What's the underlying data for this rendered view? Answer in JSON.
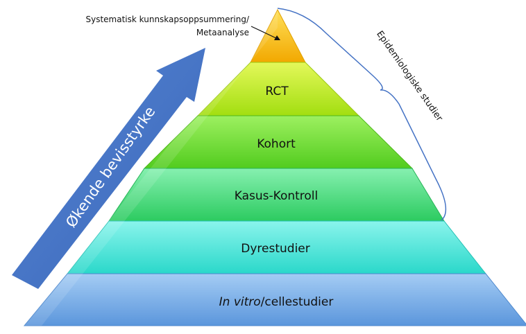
{
  "pyramid": {
    "top_label_line1": "Systematisk kunnskapsoppsummering/",
    "top_label_line2": "Metaanalyse",
    "levels": [
      {
        "label": "RCT"
      },
      {
        "label": "Kohort"
      },
      {
        "label": "Kasus-Kontroll"
      },
      {
        "label": "Dyrestudier"
      },
      {
        "label_italic": "In vitro",
        "label_rest": "/cellestudier"
      }
    ]
  },
  "arrow": {
    "label": "Økende bevisstyrke",
    "color": "#4472C4"
  },
  "brace": {
    "label": "Epidemiologiske studier",
    "color": "#4472C4"
  },
  "colors": {
    "apex": "#F5B400",
    "rct": "#B5EA1A",
    "kohort": "#6CE02A",
    "kasus": "#3FDA78",
    "dyre": "#3EE4D6",
    "invitro": "#6AA4E4"
  }
}
